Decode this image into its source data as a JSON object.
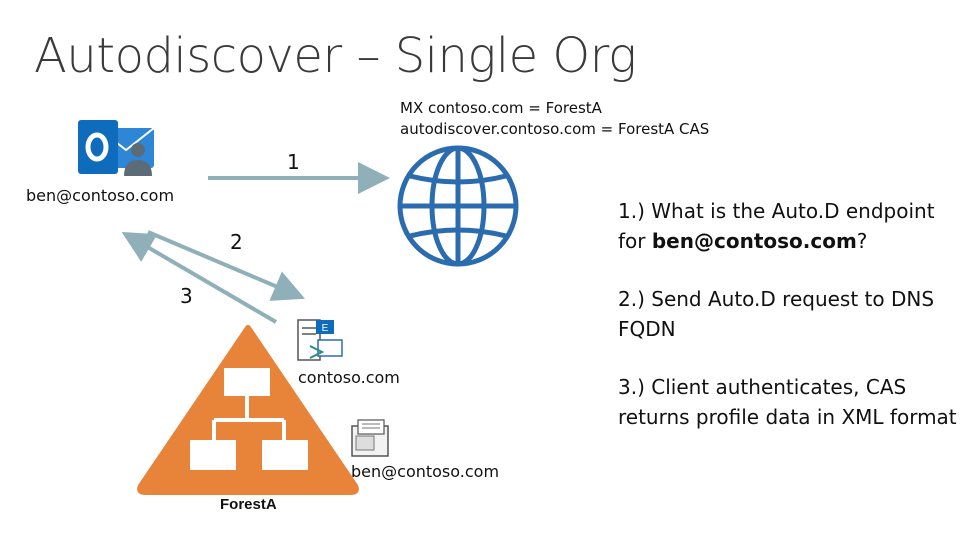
{
  "title": "Autodiscover – Single Org",
  "dns_note": {
    "line1": "MX contoso.com = ForestA",
    "line2": "autodiscover.contoso.com = ForestA CAS"
  },
  "client": {
    "icon": "outlook-user-icon",
    "email": "ben@contoso.com"
  },
  "arrows": {
    "one": "1",
    "two": "2",
    "three": "3"
  },
  "server": {
    "icon": "exchange-server-icon",
    "label": "contoso.com"
  },
  "mailbox": {
    "icon": "mailbox-icon",
    "label": "ben@contoso.com"
  },
  "forest": {
    "icon": "org-chart-triangle-icon",
    "label": "ForestA"
  },
  "globe": {
    "icon": "globe-icon"
  },
  "steps": {
    "step1_prefix": "1.)  What is the Auto.D endpoint for ",
    "step1_bold": "ben@contoso.com",
    "step1_suffix": "?",
    "step2": "2.) Send Auto.D request to DNS FQDN",
    "step3": "3.) Client authenticates, CAS returns profile data in XML format"
  },
  "colors": {
    "outlook_blue": "#0f6cbd",
    "globe_blue": "#2b6cb0",
    "arrow_gray": "#8fb0b8",
    "forest_orange": "#e8833a"
  }
}
